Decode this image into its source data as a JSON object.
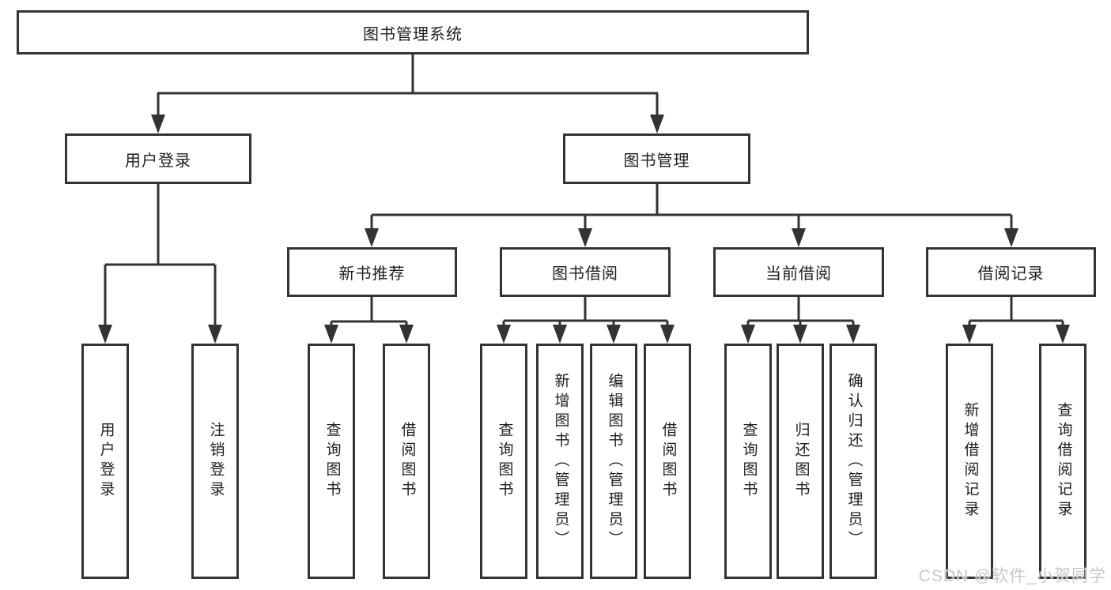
{
  "diagram": {
    "type": "hierarchy-tree",
    "title": "图书管理系统",
    "colors": {
      "line": "#333333",
      "box_border": "#333333",
      "text": "#1f1f1f",
      "background": "#ffffff",
      "watermark": "#c9c9c9"
    },
    "tree": {
      "label": "图书管理系统",
      "children": [
        {
          "label": "用户登录",
          "children": [
            {
              "label": "用户登录"
            },
            {
              "label": "注销登录"
            }
          ]
        },
        {
          "label": "图书管理",
          "children": [
            {
              "label": "新书推荐",
              "children": [
                {
                  "label": "查询图书"
                },
                {
                  "label": "借阅图书"
                }
              ]
            },
            {
              "label": "图书借阅",
              "children": [
                {
                  "label": "查询图书"
                },
                {
                  "label": "新增图书（管理员）"
                },
                {
                  "label": "编辑图书（管理员）"
                },
                {
                  "label": "借阅图书"
                }
              ]
            },
            {
              "label": "当前借阅",
              "children": [
                {
                  "label": "查询图书"
                },
                {
                  "label": "归还图书"
                },
                {
                  "label": "确认归还（管理员）"
                }
              ]
            },
            {
              "label": "借阅记录",
              "children": [
                {
                  "label": "新增借阅记录"
                },
                {
                  "label": "查询借阅记录"
                }
              ]
            }
          ]
        }
      ]
    },
    "watermark": {
      "text": "CSDN @软件_小贺同学"
    }
  }
}
